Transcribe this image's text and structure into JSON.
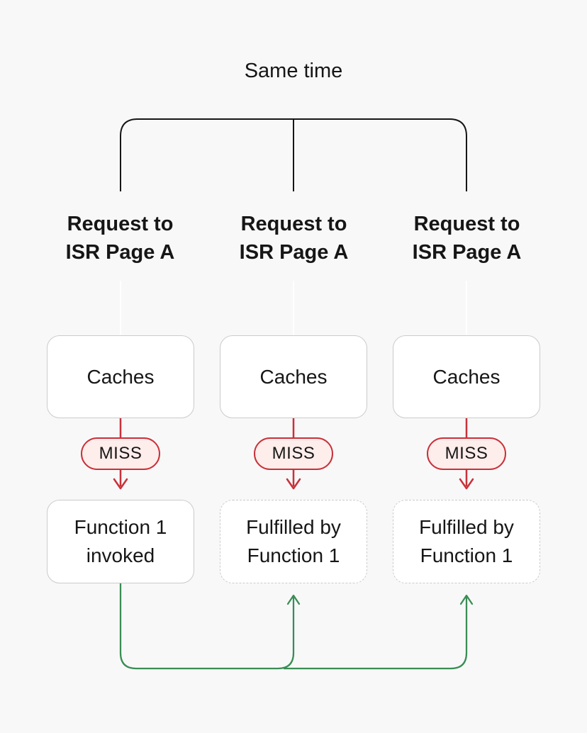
{
  "title": "Same time",
  "colors": {
    "bg": "#f8f8f8",
    "ink": "#161616",
    "box-border": "#cbcbcb",
    "box-bg": "#ffffff",
    "red": "#c8313a",
    "red-bg": "#fdedeb",
    "green": "#398d54",
    "light-connector": "#ffffff"
  },
  "columns": [
    {
      "request": [
        "Request to",
        "ISR Page A"
      ],
      "cache": "Caches",
      "badge": "MISS",
      "result": [
        "Function 1",
        "invoked"
      ],
      "result_style": "solid"
    },
    {
      "request": [
        "Request to",
        "ISR Page A"
      ],
      "cache": "Caches",
      "badge": "MISS",
      "result": [
        "Fulfilled by",
        "Function 1"
      ],
      "result_style": "dashed"
    },
    {
      "request": [
        "Request to",
        "ISR Page A"
      ],
      "cache": "Caches",
      "badge": "MISS",
      "result": [
        "Fulfilled by",
        "Function 1"
      ],
      "result_style": "dashed"
    }
  ]
}
